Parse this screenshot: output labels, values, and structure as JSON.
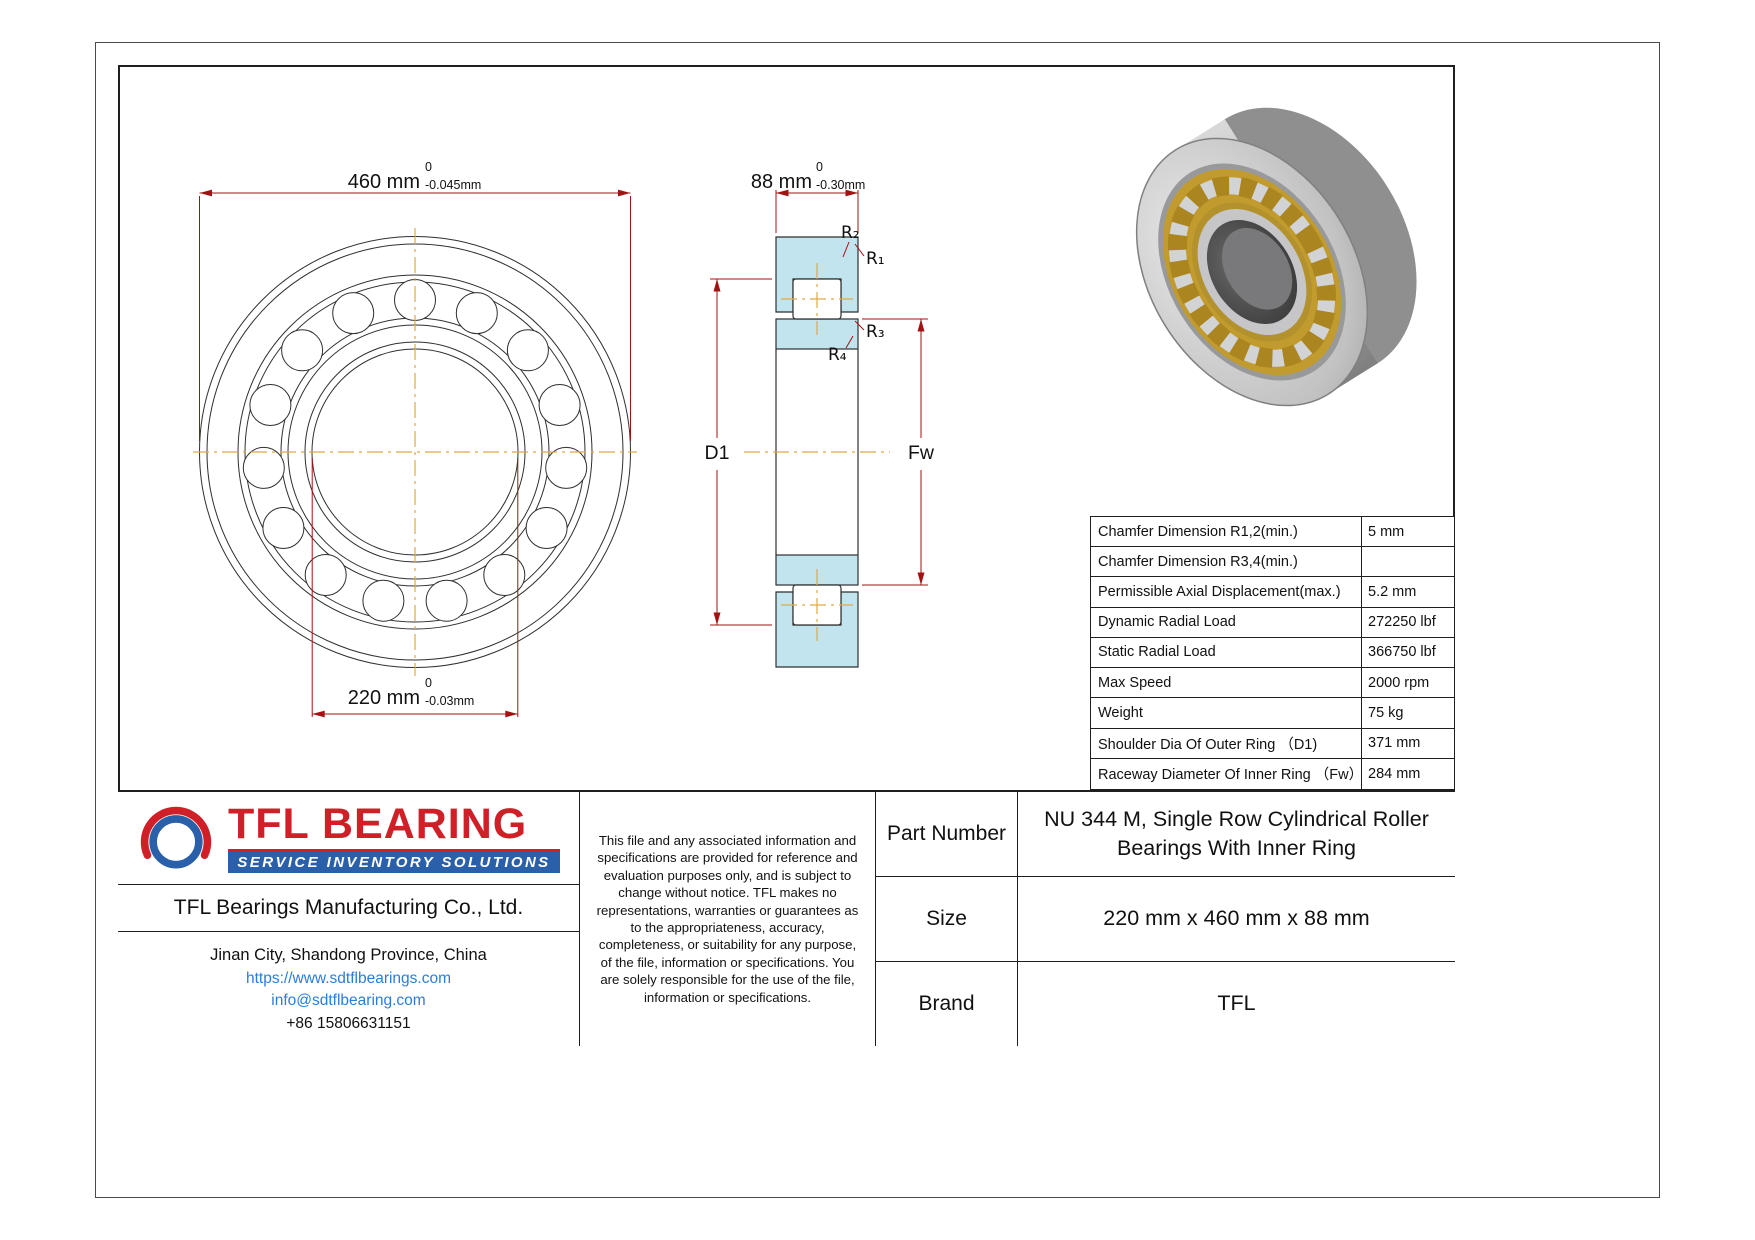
{
  "drawing": {
    "front_view": {
      "outer_diameter": {
        "value": "460 mm",
        "tol_upper": "0",
        "tol_lower": "-0.045mm"
      },
      "bore_diameter": {
        "value": "220 mm",
        "tol_upper": "0",
        "tol_lower": "-0.03mm"
      }
    },
    "section_view": {
      "width": {
        "value": "88 mm",
        "tol_upper": "0",
        "tol_lower": "-0.30mm"
      },
      "labels": {
        "r1": "R₁",
        "r2": "R₂",
        "r3": "R₃",
        "r4": "R₄",
        "d1": "D1",
        "fw": "Fw"
      }
    }
  },
  "spec_table": {
    "rows": [
      {
        "label": "Chamfer Dimension R1,2(min.)",
        "value": "5 mm"
      },
      {
        "label": "Chamfer Dimension R3,4(min.)",
        "value": ""
      },
      {
        "label": "Permissible Axial Displacement(max.)",
        "value": "5.2 mm"
      },
      {
        "label": "Dynamic Radial Load",
        "value": "272250 lbf"
      },
      {
        "label": "Static Radial Load",
        "value": "366750 lbf"
      },
      {
        "label": "Max Speed",
        "value": "2000 rpm"
      },
      {
        "label": "Weight",
        "value": "75 kg"
      },
      {
        "label": "Shoulder Dia Of Outer Ring （D1)",
        "value": "371 mm"
      },
      {
        "label": "Raceway Diameter Of Inner Ring （Fw）",
        "value": "284 mm"
      }
    ]
  },
  "title_block": {
    "logo": {
      "brand": "TFL BEARING",
      "tagline": "SERVICE INVENTORY SOLUTIONS"
    },
    "company": "TFL Bearings Manufacturing Co., Ltd.",
    "address": "Jinan City, Shandong Province, China",
    "website": "https://www.sdtflbearings.com",
    "email": "info@sdtflbearing.com",
    "phone": "+86 15806631151",
    "disclaimer": "This file and any associated information and specifications are provided for reference and evaluation purposes only, and is subject to change without notice. TFL makes no representations, warranties or guarantees as to the appropriateness, accuracy, completeness, or suitability for any purpose, of the file, information or specifications.  You are solely responsible for the use of the file, information or specifications.",
    "fields": [
      {
        "label": "Part Number",
        "value": "NU 344 M, Single Row Cylindrical Roller Bearings With Inner Ring"
      },
      {
        "label": "Size",
        "value": "220 mm x 460 mm x 88 mm"
      },
      {
        "label": "Brand",
        "value": "TFL"
      }
    ]
  },
  "colors": {
    "dimension_red": "#a31212",
    "centerline_orange": "#dfa943",
    "section_fill_blue": "#c2e4ef",
    "logo_red": "#cf2027",
    "logo_blue": "#2a5fa9",
    "link_blue": "#2a7ddb"
  }
}
